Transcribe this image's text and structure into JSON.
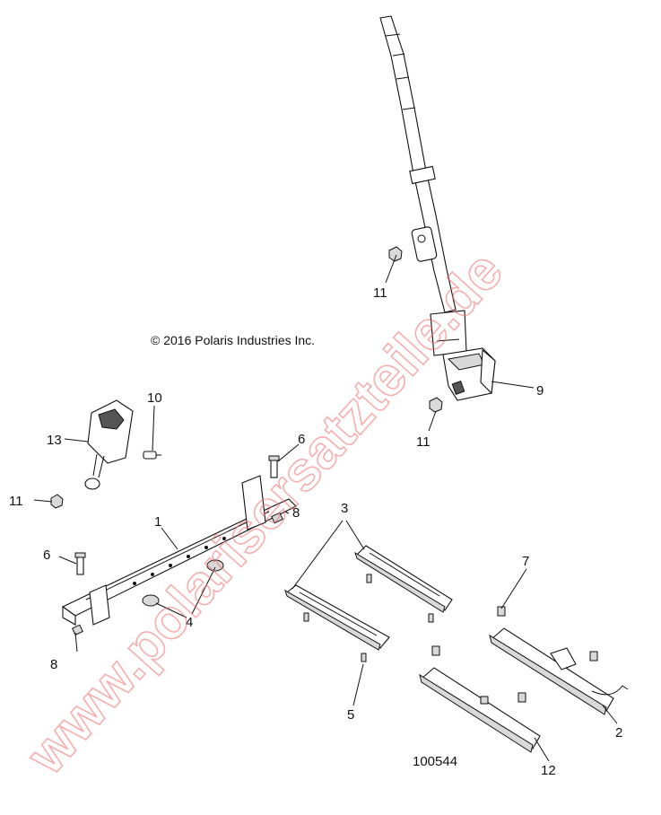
{
  "copyright": "© 2016 Polaris Industries Inc.",
  "figure_number": "100544",
  "watermark": "www.polarisersatzteile.de",
  "callouts": [
    {
      "id": "c9",
      "text": "9"
    },
    {
      "id": "c11a",
      "text": "11"
    },
    {
      "id": "c11b",
      "text": "11"
    },
    {
      "id": "c11c",
      "text": "11"
    },
    {
      "id": "c10",
      "text": "10"
    },
    {
      "id": "c13",
      "text": "13"
    },
    {
      "id": "c6a",
      "text": "6"
    },
    {
      "id": "c6b",
      "text": "6"
    },
    {
      "id": "c1",
      "text": "1"
    },
    {
      "id": "c8a",
      "text": "8"
    },
    {
      "id": "c8b",
      "text": "8"
    },
    {
      "id": "c4",
      "text": "4"
    },
    {
      "id": "c3",
      "text": "3"
    },
    {
      "id": "c7",
      "text": "7"
    },
    {
      "id": "c5",
      "text": "5"
    },
    {
      "id": "c2",
      "text": "2"
    },
    {
      "id": "c12",
      "text": "12"
    }
  ]
}
